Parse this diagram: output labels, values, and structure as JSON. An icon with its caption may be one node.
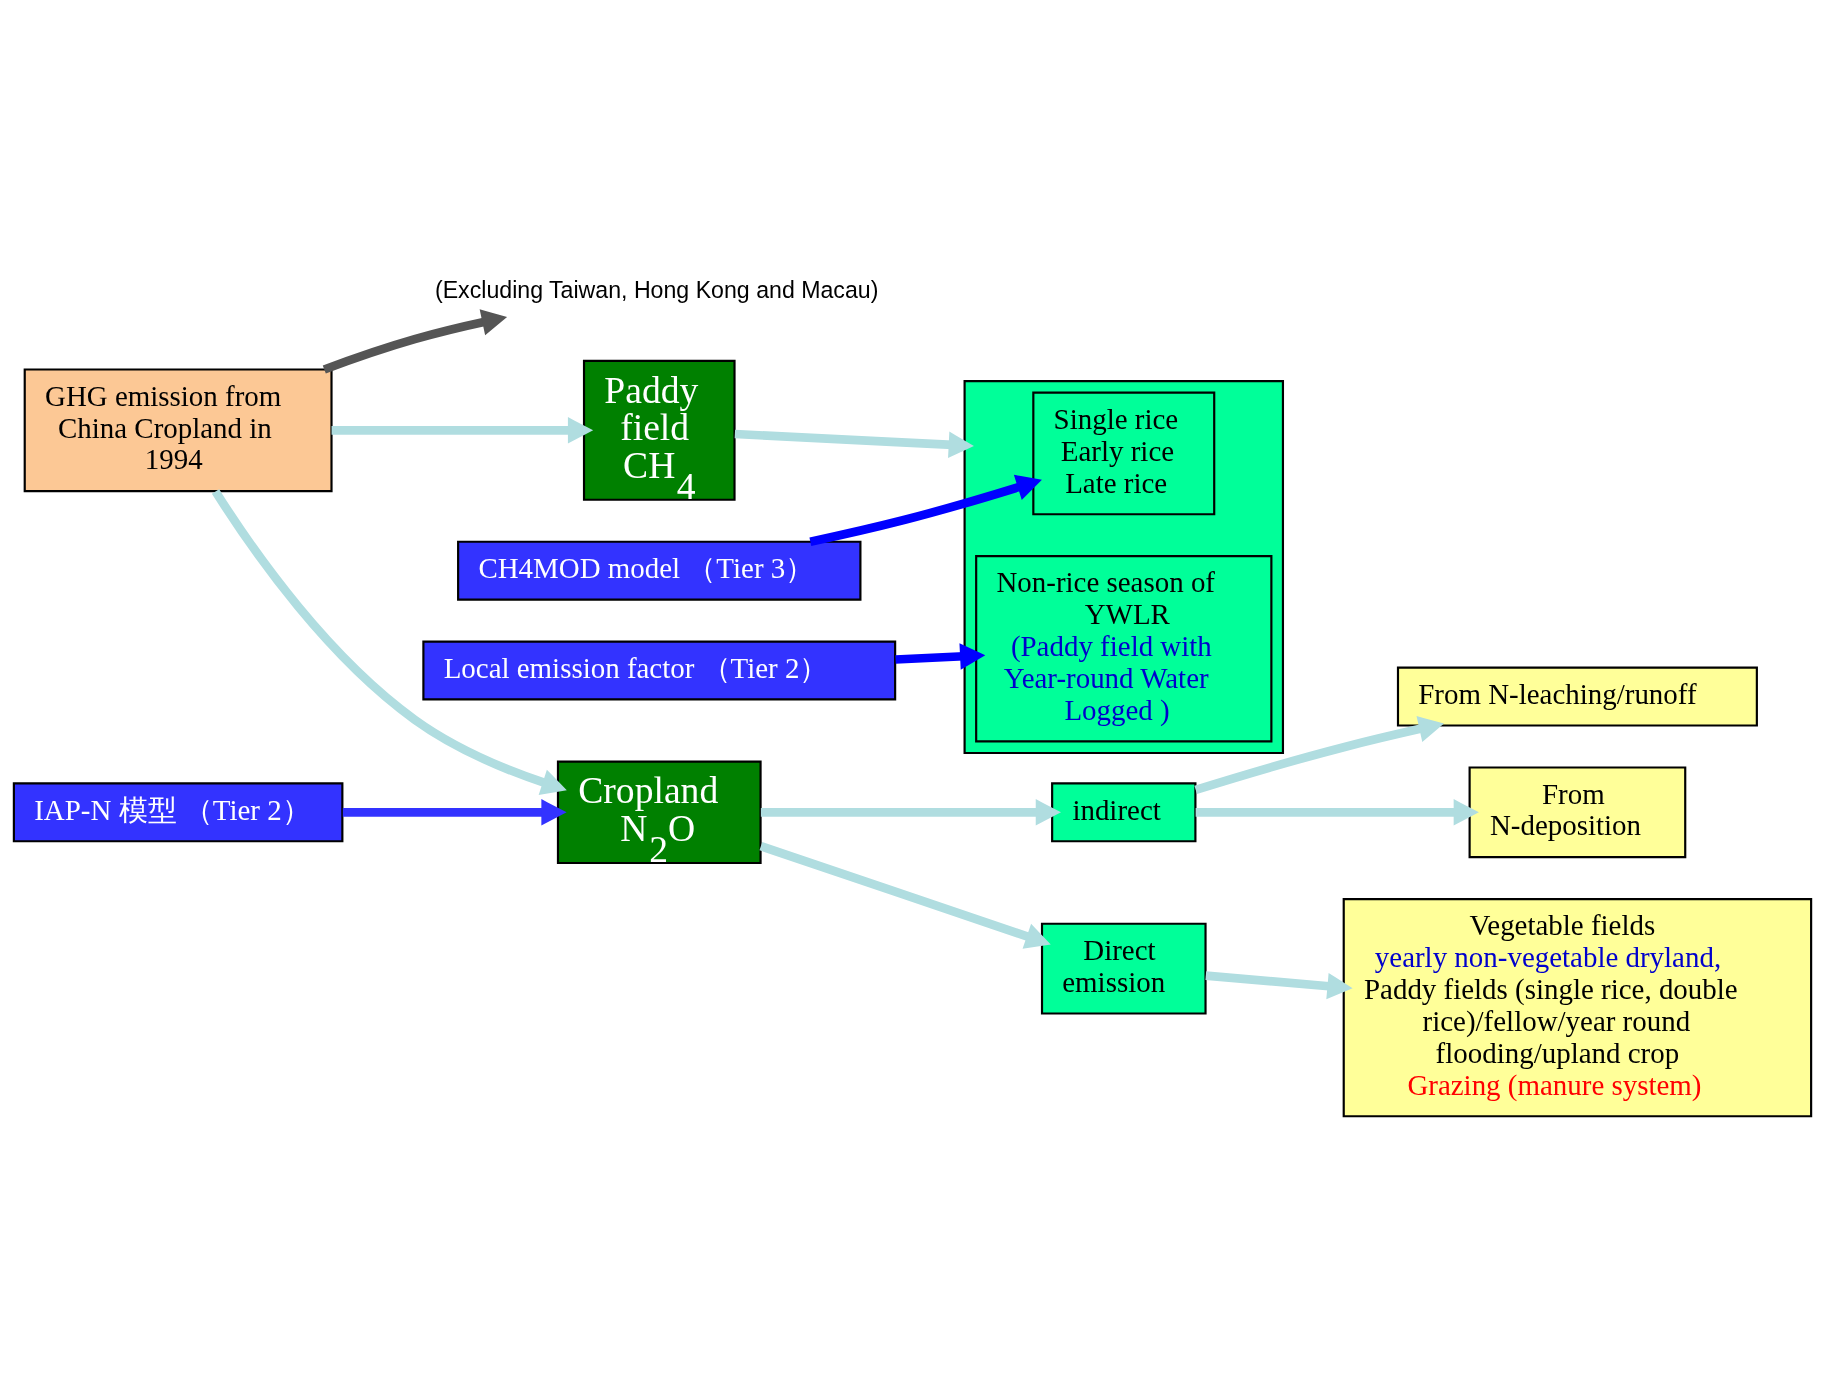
{
  "diagram": {
    "nodes": [
      {
        "text": [
          "GHG emission from China Cropland in 1994"
        ]
      },
      {
        "text": [
          "Paddy field CH$_{4}$"
        ]
      },
      {
        "text": [],
        "shape": "box"
      },
      {
        "text": [
          "Single rice",
          "Early rice",
          "Late rice"
        ],
        "in": 2
      },
      {
        "text": [
          "Non-rice season of YWLR",
          "(Paddy field with Year-round Water Logged )"
        ],
        "in": 2
      },
      {
        "text": [
          "CH4MOD model （Tier 3）"
        ]
      },
      {
        "text": [
          "Local emission factor （Tier 2）"
        ]
      },
      {
        "text": [
          "Cropland N$_{2}$O"
        ]
      },
      {
        "text": [
          "IAP-N 模型 （Tier 2）"
        ]
      },
      {
        "text": [
          "Direct emission"
        ]
      },
      {
        "text": [
          "indirect"
        ]
      },
      {
        "text": [
          "Vegetable fields",
          "yearly non-vegetable dryland,",
          "Paddy fields (single rice, double rice)/fellow/year round flooding/upland crop",
          "Grazing (manure system)"
        ]
      },
      {
        "text": [
          "From N-deposition"
        ]
      },
      {
        "text": [
          "From N-leaching/runoff"
        ]
      },
      {
        "text": [
          "(Excluding Taiwan, Hong Kong and Macau)"
        ]
      }
    ],
    "edges": [
      {
        "from": 0,
        "to": 1,
        "arrow": "to"
      },
      {
        "from": 0,
        "to": 7,
        "arrow": "to"
      },
      {
        "from": 1,
        "to": 2,
        "arrow": "to"
      },
      {
        "from": 5,
        "to": 3,
        "arrow": "to",
        "color": "#0000ff"
      },
      {
        "from": 6,
        "to": 4,
        "arrow": "to",
        "color": "#0000ff"
      },
      {
        "from": 8,
        "to": 7,
        "arrow": "to",
        "color": "#3333ff"
      },
      {
        "from": 7,
        "to": 9,
        "arrow": "to"
      },
      {
        "from": 7,
        "to": 10,
        "arrow": "to"
      },
      {
        "from": 9,
        "to": 11,
        "arrow": "to"
      },
      {
        "from": 10,
        "to": 12,
        "arrow": "to"
      },
      {
        "from": 10,
        "to": 13,
        "arrow": "to"
      },
      {
        "from": 0,
        "to": 14,
        "arrow": "to",
        "color": "#555555"
      }
    ]
  }
}
